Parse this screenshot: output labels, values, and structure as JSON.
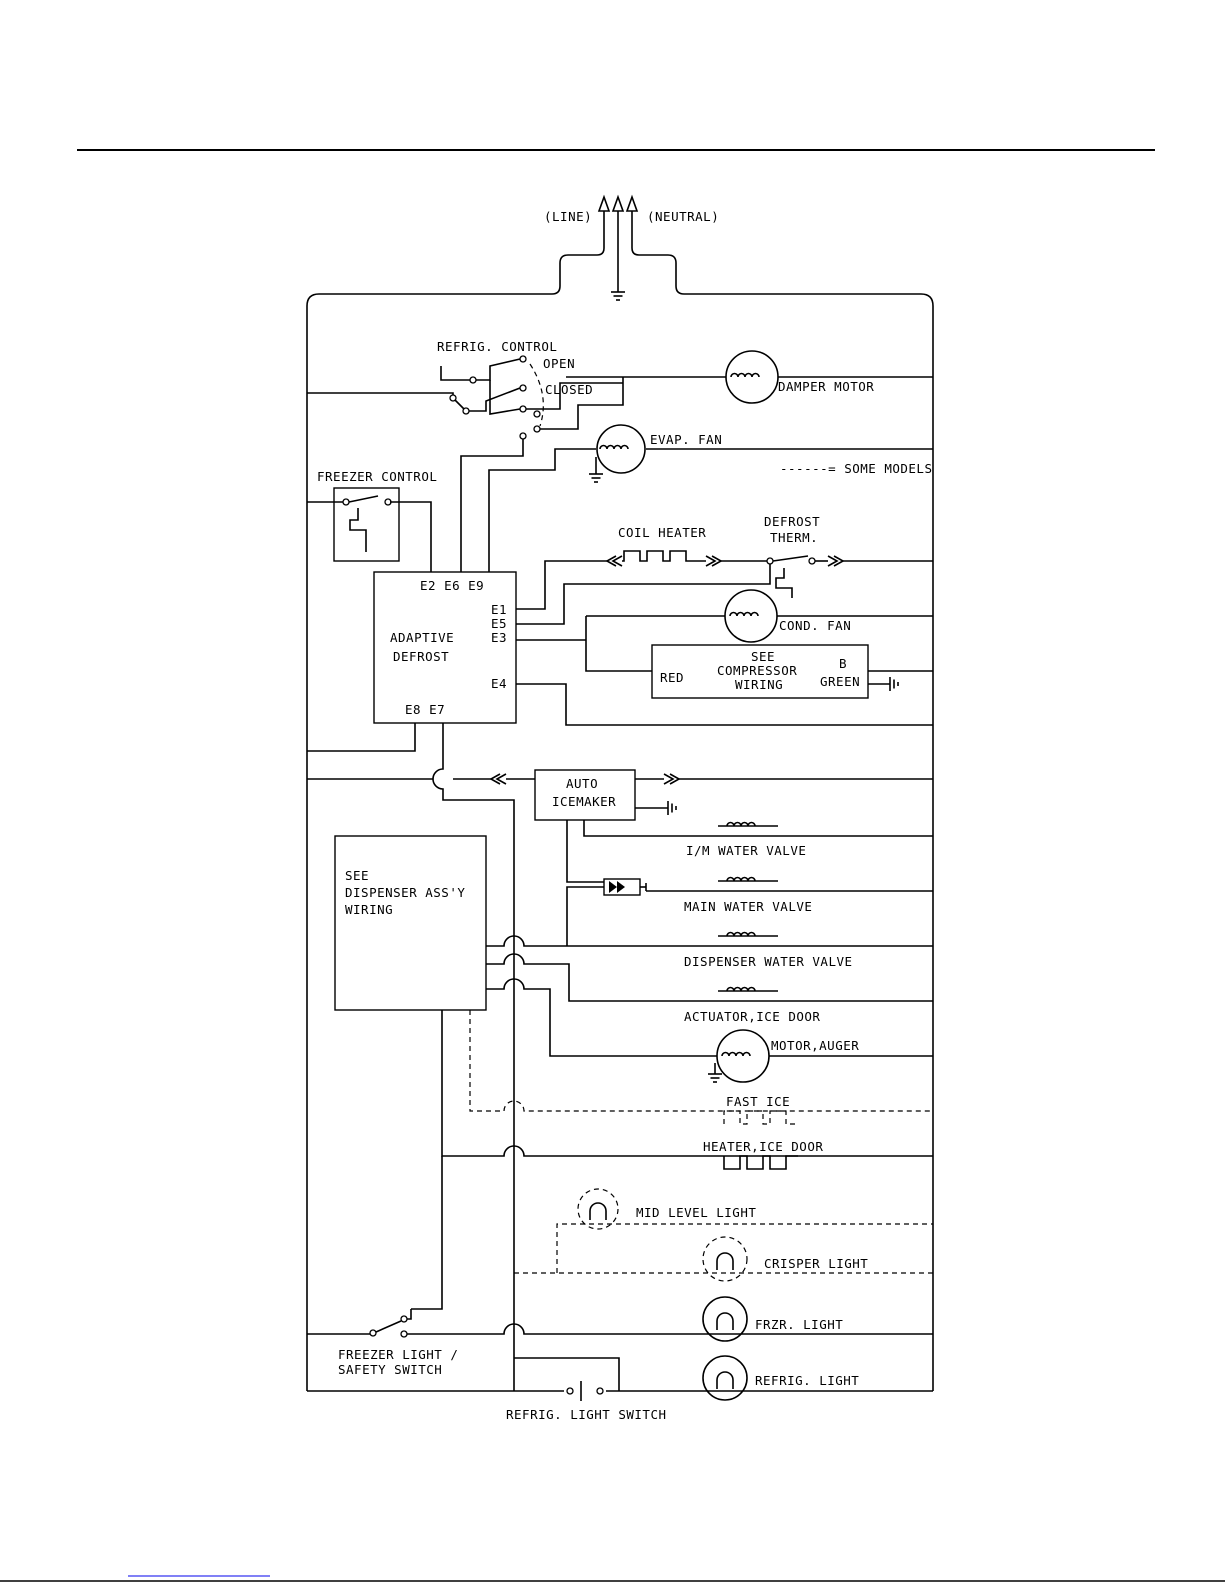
{
  "colors": {
    "ink": "#000000",
    "paper": "#ffffff",
    "footer_link": "#0000ee"
  },
  "labels": {
    "line": "(LINE)",
    "neutral": "(NEUTRAL)",
    "refrig_control": "REFRIG. CONTROL",
    "open": "OPEN",
    "closed": "CLOSED",
    "damper_motor": "DAMPER MOTOR",
    "evap_fan": "EVAP. FAN",
    "some_models": "------= SOME MODELS",
    "freezer_control": "FREEZER CONTROL",
    "coil_heater": "COIL HEATER",
    "defrost_therm_1": "DEFROST",
    "defrost_therm_2": "THERM.",
    "adaptive_defrost_1": "ADAPTIVE",
    "adaptive_defrost_2": "DEFROST",
    "e_top": "E2  E6  E9",
    "e1": "E1",
    "e5": "E5",
    "e3": "E3",
    "e4": "E4",
    "e_bottom": "E8  E7",
    "cond_fan": "COND. FAN",
    "see_compressor_1": "SEE",
    "see_compressor_2": "COMPRESSOR",
    "see_compressor_3": "WIRING",
    "red": "RED",
    "b": "B",
    "green": "GREEN",
    "auto_icemaker_1": "AUTO",
    "auto_icemaker_2": "ICEMAKER",
    "see_dispenser_1": "SEE",
    "see_dispenser_2": "DISPENSER ASS'Y",
    "see_dispenser_3": "WIRING",
    "im_water_valve": "I/M WATER VALVE",
    "main_water_valve": "MAIN WATER VALVE",
    "dispenser_water_valve": "DISPENSER WATER VALVE",
    "actuator_ice_door": "ACTUATOR,ICE DOOR",
    "motor_auger": "MOTOR,AUGER",
    "fast_ice": "FAST ICE",
    "heater_ice_door": "HEATER,ICE DOOR",
    "mid_level_light": "MID LEVEL LIGHT",
    "crisper_light": "CRISPER LIGHT",
    "frzr_light": "FRZR. LIGHT",
    "refrig_light": "REFRIG. LIGHT",
    "freezer_light_switch_1": "FREEZER LIGHT /",
    "freezer_light_switch_2": "SAFETY SWITCH",
    "refrig_light_switch": "REFRIG. LIGHT SWITCH"
  }
}
